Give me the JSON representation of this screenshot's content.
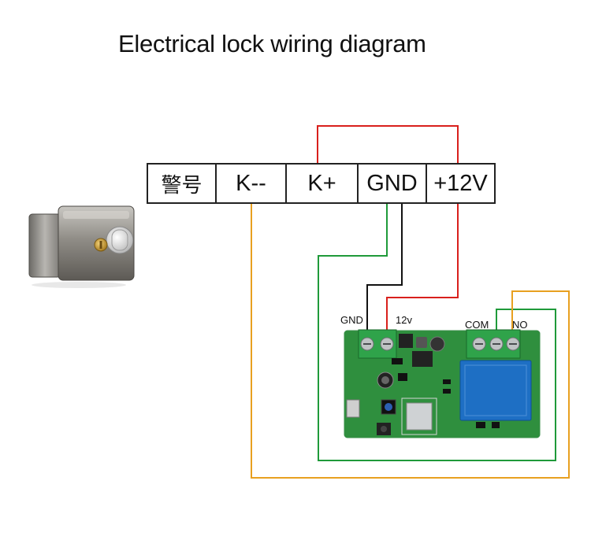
{
  "title": "Electrical lock wiring diagram",
  "terminal_block": {
    "cells": [
      "警号",
      "K--",
      "K+",
      "GND",
      "+12V"
    ]
  },
  "module_labels": {
    "gnd": "GND",
    "v12": "12v",
    "com": "COM",
    "no": "NO"
  },
  "colors": {
    "red_wire": "#d9201c",
    "black_wire": "#111111",
    "green_wire": "#1f9a3a",
    "orange_wire": "#e8a020",
    "pcb": "#2f8f3e",
    "relay": "#1e6fc4"
  },
  "icons": [
    "electric-lock-image",
    "wifi-relay-module-image"
  ]
}
